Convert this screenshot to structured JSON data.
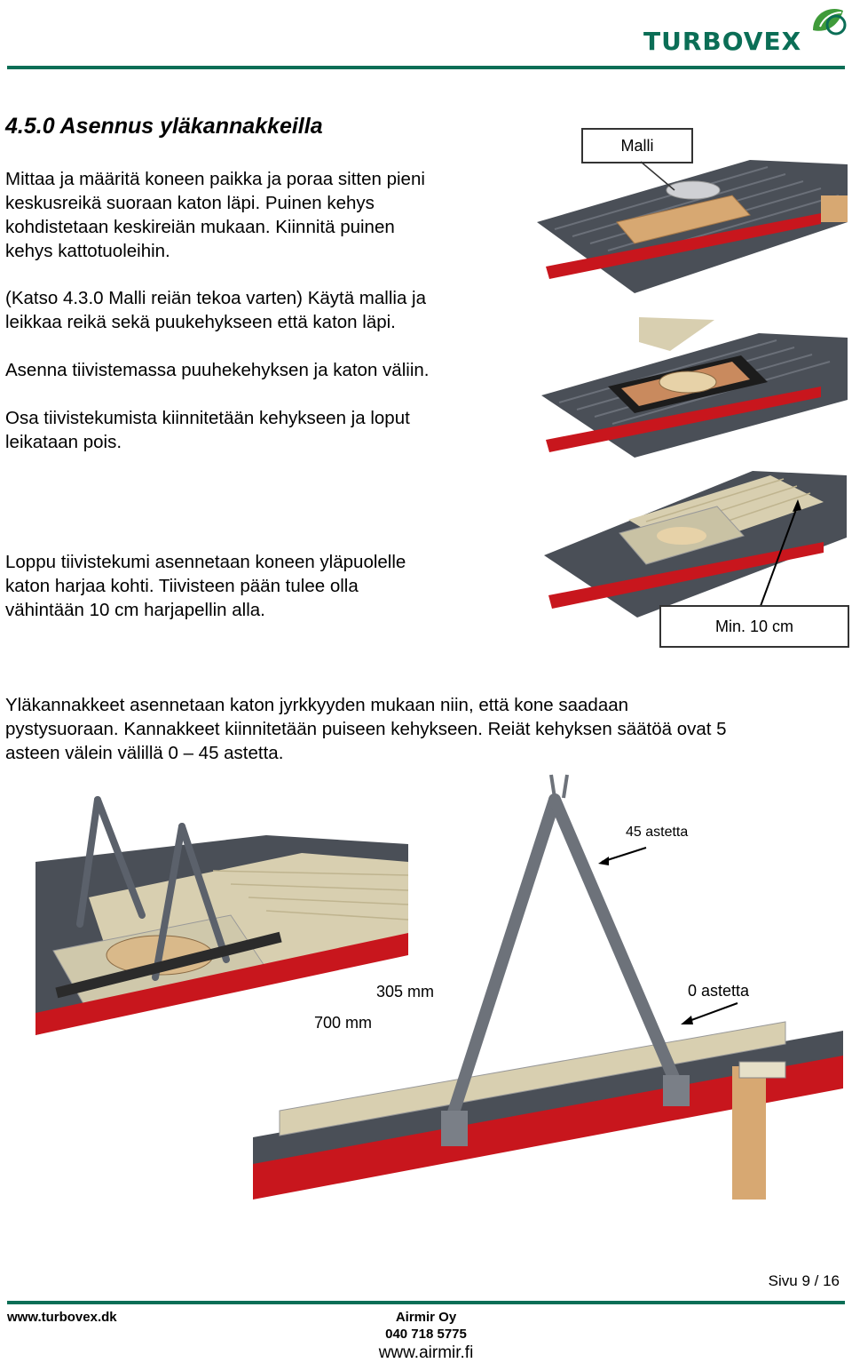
{
  "header": {
    "logo_text": "TURBOVEX"
  },
  "section": {
    "title": "4.5.0 Asennus yläkannakkeilla",
    "paragraphs": [
      [
        "Mittaa ja määritä koneen paikka ja poraa sitten pieni",
        "keskusreikä suoraan katon läpi. Puinen kehys",
        "kohdistetaan keskireiän mukaan. Kiinnitä puinen",
        "kehys kattotuoleihin."
      ],
      [
        "(Katso 4.3.0 Malli reiän tekoa varten) Käytä mallia ja",
        "leikkaa reikä sekä puukehykseen että katon läpi."
      ],
      [
        "Asenna tiivistemassa puuhekehyksen ja katon väliin."
      ],
      [
        "Osa tiivistekumista kiinnitetään kehykseen ja loput",
        "leikataan pois."
      ],
      [
        "Loppu tiivistekumi asennetaan koneen yläpuolelle",
        "katon harjaa kohti. Tiivisteen pään tulee olla",
        "vähintään 10 cm harjapellin alla."
      ],
      [
        "Yläkannakkeet asennetaan katon jyrkkyyden mukaan niin, että kone saadaan",
        "pystysuoraan. Kannakkeet kiinnitetään puiseen kehykseen. Reiät kehyksen säätöä ovat 5",
        "asteen välein välillä 0 – 45 astetta."
      ]
    ]
  },
  "figures": {
    "malli_label": "Malli",
    "min_label": "Min. 10 cm",
    "dim_305": "305 mm",
    "dim_700": "700 mm",
    "angle_45": "45 astetta",
    "angle_0": "0 astetta"
  },
  "page": {
    "number_text": "Sivu 9 / 16"
  },
  "footer": {
    "website": "www.turbovex.dk",
    "company": "Airmir Oy",
    "phone": "040 718 5775",
    "company_site": "www.airmir.fi"
  },
  "colors": {
    "brand_green": "#0b6e56",
    "roof_grey": "#4a4f57",
    "beam_red": "#c8161d",
    "wood": "#d7a872",
    "board": "#d8cfb0"
  }
}
